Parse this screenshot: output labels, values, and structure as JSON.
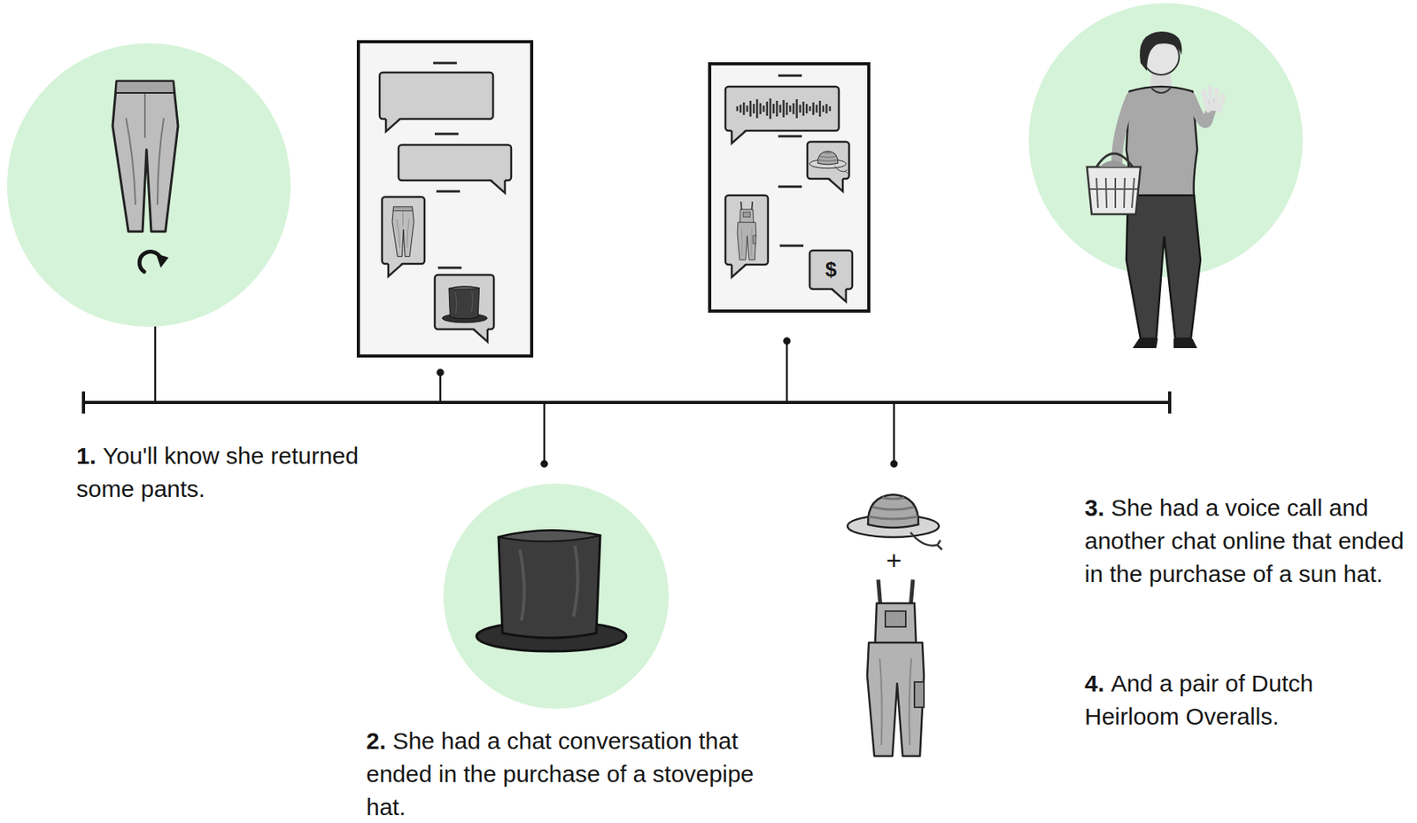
{
  "diagram": {
    "labels": [
      "1.",
      "You'll know she returned some pants.",
      "2.",
      "She had a chat conversation that ended in the purchase of a stovepipe hat.",
      "3.",
      "She had a voice call and another chat online that ended in the purchase of a sun hat.",
      "4.",
      "And a pair of Dutch Heirloom Overalls.",
      "+",
      "$"
    ]
  }
}
